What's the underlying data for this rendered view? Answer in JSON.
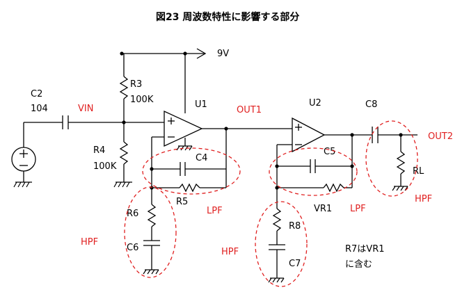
{
  "title": "図23 周波数特性に影響する部分",
  "supply": "9V",
  "components": {
    "c2": "C2",
    "c2_value": "104",
    "r3": "R3",
    "r3_value": "100K",
    "r4": "R4",
    "r4_value": "100K",
    "u1": "U1",
    "u2": "U2",
    "c4": "C4",
    "r5": "R5",
    "r6": "R6",
    "c6": "C6",
    "c5": "C5",
    "vr1": "VR1",
    "r8": "R8",
    "c7": "C7",
    "c8": "C8",
    "rl": "RL"
  },
  "nets": {
    "vin": "VIN",
    "out1": "OUT1",
    "out2": "OUT2"
  },
  "filters": {
    "lpf1": "LPF",
    "hpf1": "HPF",
    "hpf2": "HPF",
    "lpf2": "LPF",
    "hpf3": "HPF"
  },
  "note_line1": "R7はVR1",
  "note_line2": "に含む",
  "colors": {
    "annotation": "#e02020",
    "wire": "#000000"
  }
}
